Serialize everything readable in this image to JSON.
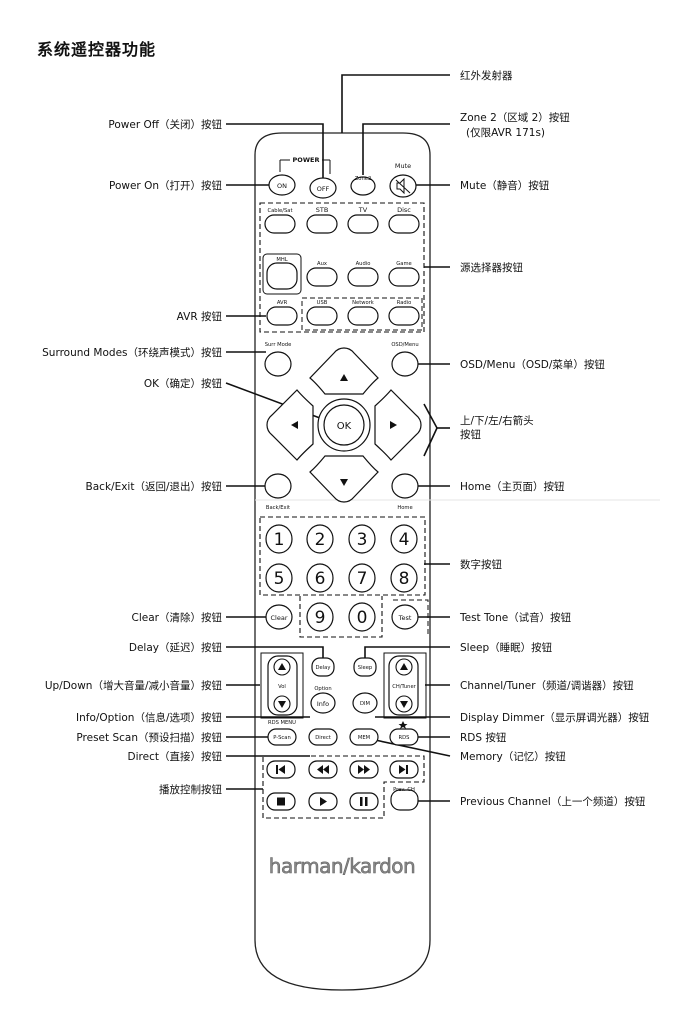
{
  "title": "系统遥控器功能",
  "callouts": {
    "ir": "红外发射器",
    "zone2_a": "Zone 2（区域 2）按钮",
    "zone2_b": "(仅限AVR 171s)",
    "power_off": "Power Off（关闭）按钮",
    "power_on": "Power On（打开）按钮",
    "mute": "Mute（静音）按钮",
    "source": "源选择器按钮",
    "avr": "AVR 按钮",
    "surround": "Surround Modes（环绕声模式）按钮",
    "osd": "OSD/Menu（OSD/菜单）按钮",
    "ok": "OK（确定）按钮",
    "arrows_a": "上/下/左/右箭头",
    "arrows_b": "按钮",
    "back": "Back/Exit（返回/退出）按钮",
    "home": "Home（主页面）按钮",
    "numeric": "数字按钮",
    "clear": "Clear（清除）按钮",
    "test_tone": "Test Tone（试音）按钮",
    "delay": "Delay（延迟）按钮",
    "sleep": "Sleep（睡眠）按钮",
    "updown": "Up/Down（增大音量/减小音量）按钮",
    "channel": "Channel/Tuner（频道/调谐器）按钮",
    "info": "Info/Option（信息/选项）按钮",
    "dimmer": "Display Dimmer（显示屏调光器）按钮",
    "preset": "Preset Scan（预设扫描）按钮",
    "rds": "RDS 按钮",
    "direct": "Direct（直接）按钮",
    "memory": "Memory（记忆）按钮",
    "playback": "播放控制按钮",
    "prev_channel": "Previous Channel（上一个频道）按钮"
  },
  "remote": {
    "power_header": "POWER",
    "on": "ON",
    "off": "OFF",
    "zone2": "Zone2",
    "mute": "Mute",
    "src_row1": [
      "Cable/Sat",
      "STB",
      "TV",
      "Disc"
    ],
    "src_row2": [
      "MHL",
      "Aux",
      "Audio",
      "Game"
    ],
    "src_row3": [
      "AVR",
      "USB",
      "Network",
      "Radio"
    ],
    "surr_mode": "Surr Mode",
    "osd_menu": "OSD/Menu",
    "ok": "OK",
    "back_exit": "Back/Exit",
    "home": "Home",
    "digits": [
      "1",
      "2",
      "3",
      "4",
      "5",
      "6",
      "7",
      "8",
      "9",
      "0"
    ],
    "clear": "Clear",
    "test": "Test",
    "delay": "Delay",
    "sleep": "Sleep",
    "vol": "Vol",
    "option": "Option",
    "info": "Info",
    "dim": "DIM",
    "ch_tuner": "CH/Tuner",
    "scan_caption": "RDS MENU",
    "pscan": "P-Scan",
    "direct": "Direct",
    "mem": "MEM",
    "rds": "RDS",
    "prev_ch": "Prev. CH",
    "brand": "harman/kardon"
  }
}
